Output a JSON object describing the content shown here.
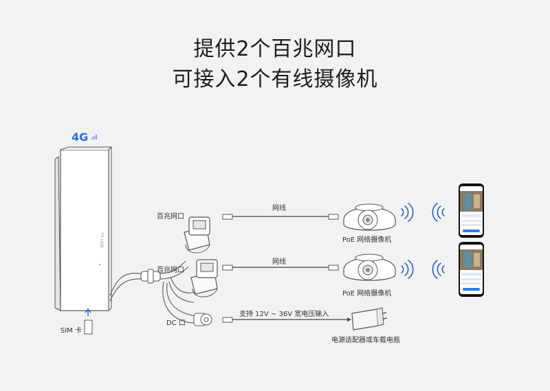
{
  "heading": {
    "line1": "提供2个百兆网口",
    "line2": "可接入2个有线摄像机"
  },
  "device": {
    "badge": "4G",
    "sim_label": "SIM 卡"
  },
  "ports": {
    "lan1": "百兆网口",
    "lan2": "百兆网口",
    "dc": "DC 口"
  },
  "cables": {
    "lan1": "网线",
    "lan2": "网线",
    "power": "支持 12V ~ 36V 宽电压输入"
  },
  "cameras": [
    {
      "label": "PoE 网络摄像机"
    },
    {
      "label": "PoE 网络摄像机"
    }
  ],
  "adapter": {
    "label": "电源适配器或车载电瓶"
  },
  "colors": {
    "badge": "#2a6fd6",
    "wifi": "#2a5fc0",
    "line": "#444444"
  }
}
